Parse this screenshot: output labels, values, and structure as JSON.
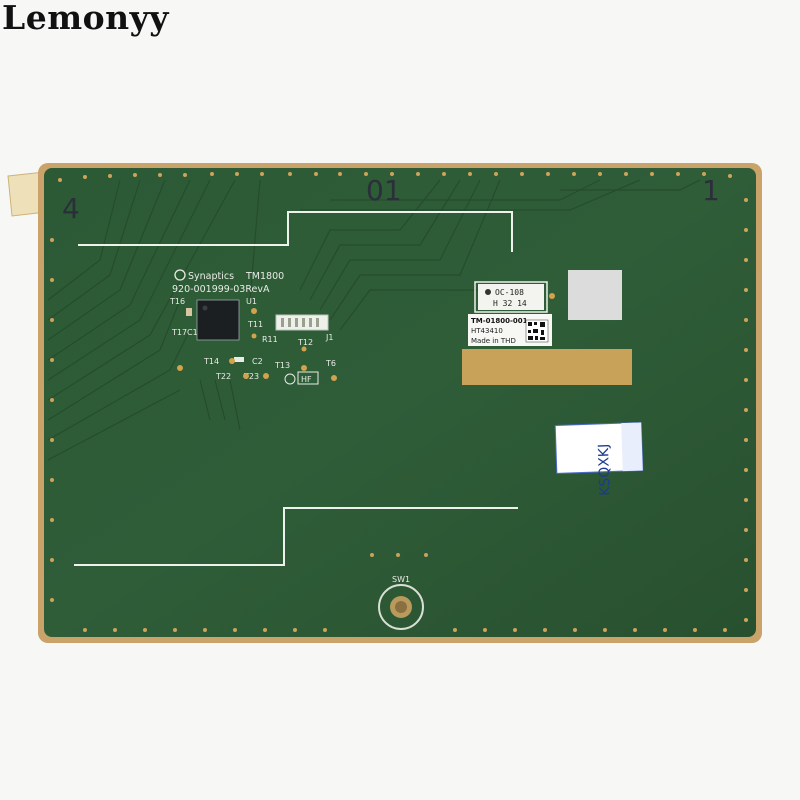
{
  "watermark": "Lemonyy",
  "chip": {
    "brand": "Synaptics",
    "model": "TM1800",
    "part_number": "920-001999-03RevA"
  },
  "components": {
    "u1": "U1",
    "t16": "T16",
    "t17": "T17",
    "c1": "C1",
    "t11": "T11",
    "r11": "R11",
    "t12": "T12",
    "t13": "T13",
    "t14": "T14",
    "c2": "C2",
    "t22": "T22",
    "t23": "T23",
    "t6": "T6",
    "j1": "J1",
    "sw1": "SW1",
    "hf": "HF"
  },
  "label_oc": {
    "line1": "OC-108",
    "line2": "H 32 14"
  },
  "label_white": {
    "line1": "TM-01800-001",
    "line2": "HT43410",
    "line3": "Made in THD"
  },
  "blue_sticker": {
    "code": "KSQXKJ"
  },
  "pen_marks": {
    "left": "4",
    "middle": "01",
    "right": "1"
  },
  "colors": {
    "pcb": "#2f5a35",
    "gold_edge": "#c9a36a",
    "trace": "#2a5230",
    "pad": "#d2a24c",
    "silkscreen": "#e9ece6",
    "sticker_blue": "#1b3b8f"
  }
}
